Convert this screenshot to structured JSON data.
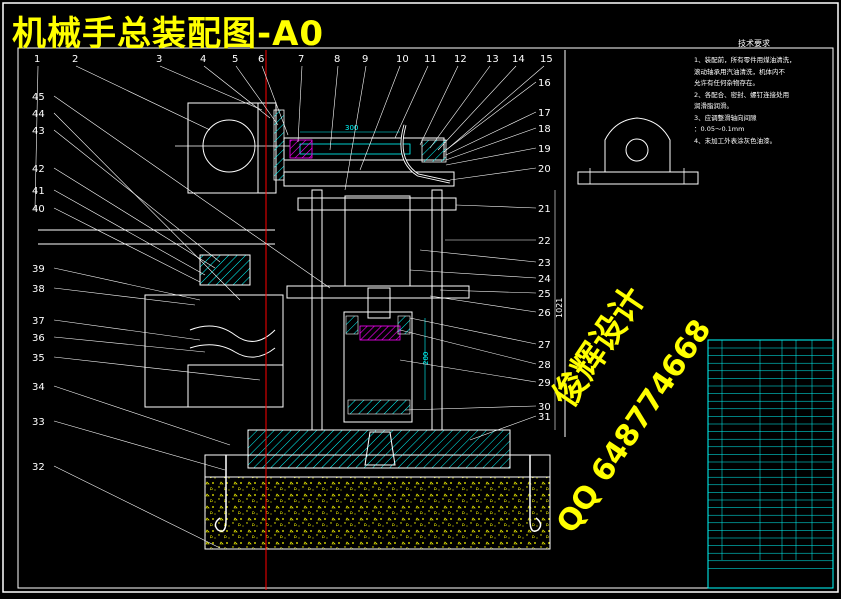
{
  "title": "机械手总装配图-A0",
  "notes": {
    "heading": "技术要求",
    "lines": [
      "1、装配前，所有零件用煤油清洗，",
      "   滚动轴承用汽油清洗，机体内不",
      "   允许有任何杂物存在。",
      "2、各配合、密封、螺钉连接处用",
      "   润滑脂润滑。",
      "3、应调整滑轴向间隙",
      "   ：0.05～0.1mm",
      "4、未加工外表涂灰色油漆。"
    ]
  },
  "callouts_top": [
    "1",
    "2",
    "3",
    "4",
    "5",
    "6",
    "7",
    "8",
    "9",
    "10",
    "11",
    "12",
    "13",
    "14",
    "15"
  ],
  "callouts_right": [
    "16",
    "17",
    "18",
    "19",
    "20",
    "21",
    "22",
    "23",
    "24",
    "25",
    "26",
    "27",
    "28",
    "29",
    "30",
    "31"
  ],
  "callouts_left": [
    "45",
    "44",
    "43",
    "42",
    "41",
    "40",
    "39",
    "38",
    "37",
    "36",
    "35",
    "34",
    "33",
    "32"
  ],
  "dimensions": {
    "top_width": "300",
    "stroke": "200",
    "total_height": "1021"
  },
  "watermark": {
    "line1": "俊辉设计",
    "line2": "QQ 648774668"
  },
  "colors": {
    "background": "#000000",
    "outline": "#ffffff",
    "hatch": "#00ffff",
    "centerline": "#ff0000",
    "title": "#ffff00",
    "magenta": "#ff00ff",
    "concrete": "#ffff00"
  }
}
